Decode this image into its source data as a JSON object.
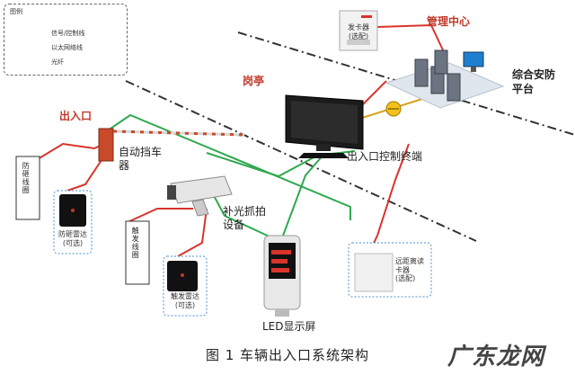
{
  "legend": {
    "title": "图例",
    "items": [
      {
        "label": "信号/控制线",
        "color": "#d9342b"
      },
      {
        "label": "以太网络线",
        "color": "#2fa84f"
      },
      {
        "label": "光纤",
        "color": "#d9a21b"
      }
    ]
  },
  "zones": {
    "management": "管理中心",
    "booth": "岗亭",
    "entrance": "出入口"
  },
  "labels": {
    "card_dispenser": "发卡器",
    "card_dispenser_note": "(选配)",
    "platform": "综合安防平台",
    "terminal": "出入口控制终端",
    "barrier": "自动挡车器",
    "anti_smash_coil": "防砸线圈",
    "anti_smash_radar": "防砸雷达",
    "anti_smash_radar_note": "(可选)",
    "light_capture": "补光抓拍设备",
    "trigger_coil": "触发线圈",
    "trigger_radar": "触发雷达",
    "trigger_radar_note": "(可选)",
    "led_screen": "LED显示屏",
    "remote_reader": "远距离读卡器",
    "remote_reader_note": "(选配)"
  },
  "caption": "图 1  车辆出入口系统架构",
  "watermark": "广东龙网",
  "colors": {
    "signal": "#d9342b",
    "network": "#2fa84f",
    "fiber": "#d9a21b",
    "zone_text": "#c0392b"
  }
}
